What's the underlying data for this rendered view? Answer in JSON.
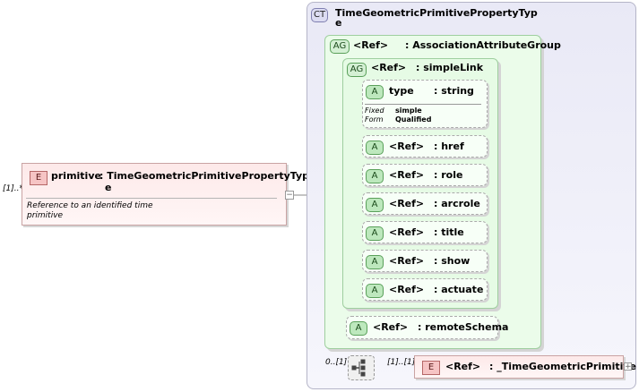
{
  "multiplicity_primitive": "[1]..*",
  "element_badge": "E",
  "primitive": {
    "name": "primitive",
    "type_line1": ": TimeGeometricPrimitivePropertyTyp",
    "type_line2": "e",
    "description_line1": "Reference to an identified time",
    "description_line2": "primitive",
    "collapse_symbol": "−"
  },
  "complex_type": {
    "badge": "CT",
    "name_line1": "TimeGeometricPrimitivePropertyTyp",
    "name_line2": "e"
  },
  "attribute_group": {
    "badge": "AG",
    "ref": "<Ref>",
    "name": ": AssociationAttributeGroup"
  },
  "simple_link": {
    "badge": "AG",
    "ref": "<Ref>",
    "name": ": simpleLink"
  },
  "type_attr": {
    "badge": "A",
    "name": "type",
    "type": ": string",
    "fixed_label": "Fixed",
    "fixed_value": "simple",
    "form_label": "Form",
    "form_value": "Qualified"
  },
  "attributes": [
    {
      "badge": "A",
      "ref": "<Ref>",
      "name": ": href"
    },
    {
      "badge": "A",
      "ref": "<Ref>",
      "name": ": role"
    },
    {
      "badge": "A",
      "ref": "<Ref>",
      "name": ": arcrole"
    },
    {
      "badge": "A",
      "ref": "<Ref>",
      "name": ": title"
    },
    {
      "badge": "A",
      "ref": "<Ref>",
      "name": ": show"
    },
    {
      "badge": "A",
      "ref": "<Ref>",
      "name": ": actuate"
    }
  ],
  "remote_schema": {
    "badge": "A",
    "ref": "<Ref>",
    "name": ": remoteSchema"
  },
  "sequence": {
    "multiplicity": "0..[1]"
  },
  "child_element": {
    "badge": "E",
    "multiplicity": "[1]..[1]",
    "ref": "<Ref>",
    "name": ": _TimeGeometricPrimitive",
    "expand_symbol": "+"
  }
}
